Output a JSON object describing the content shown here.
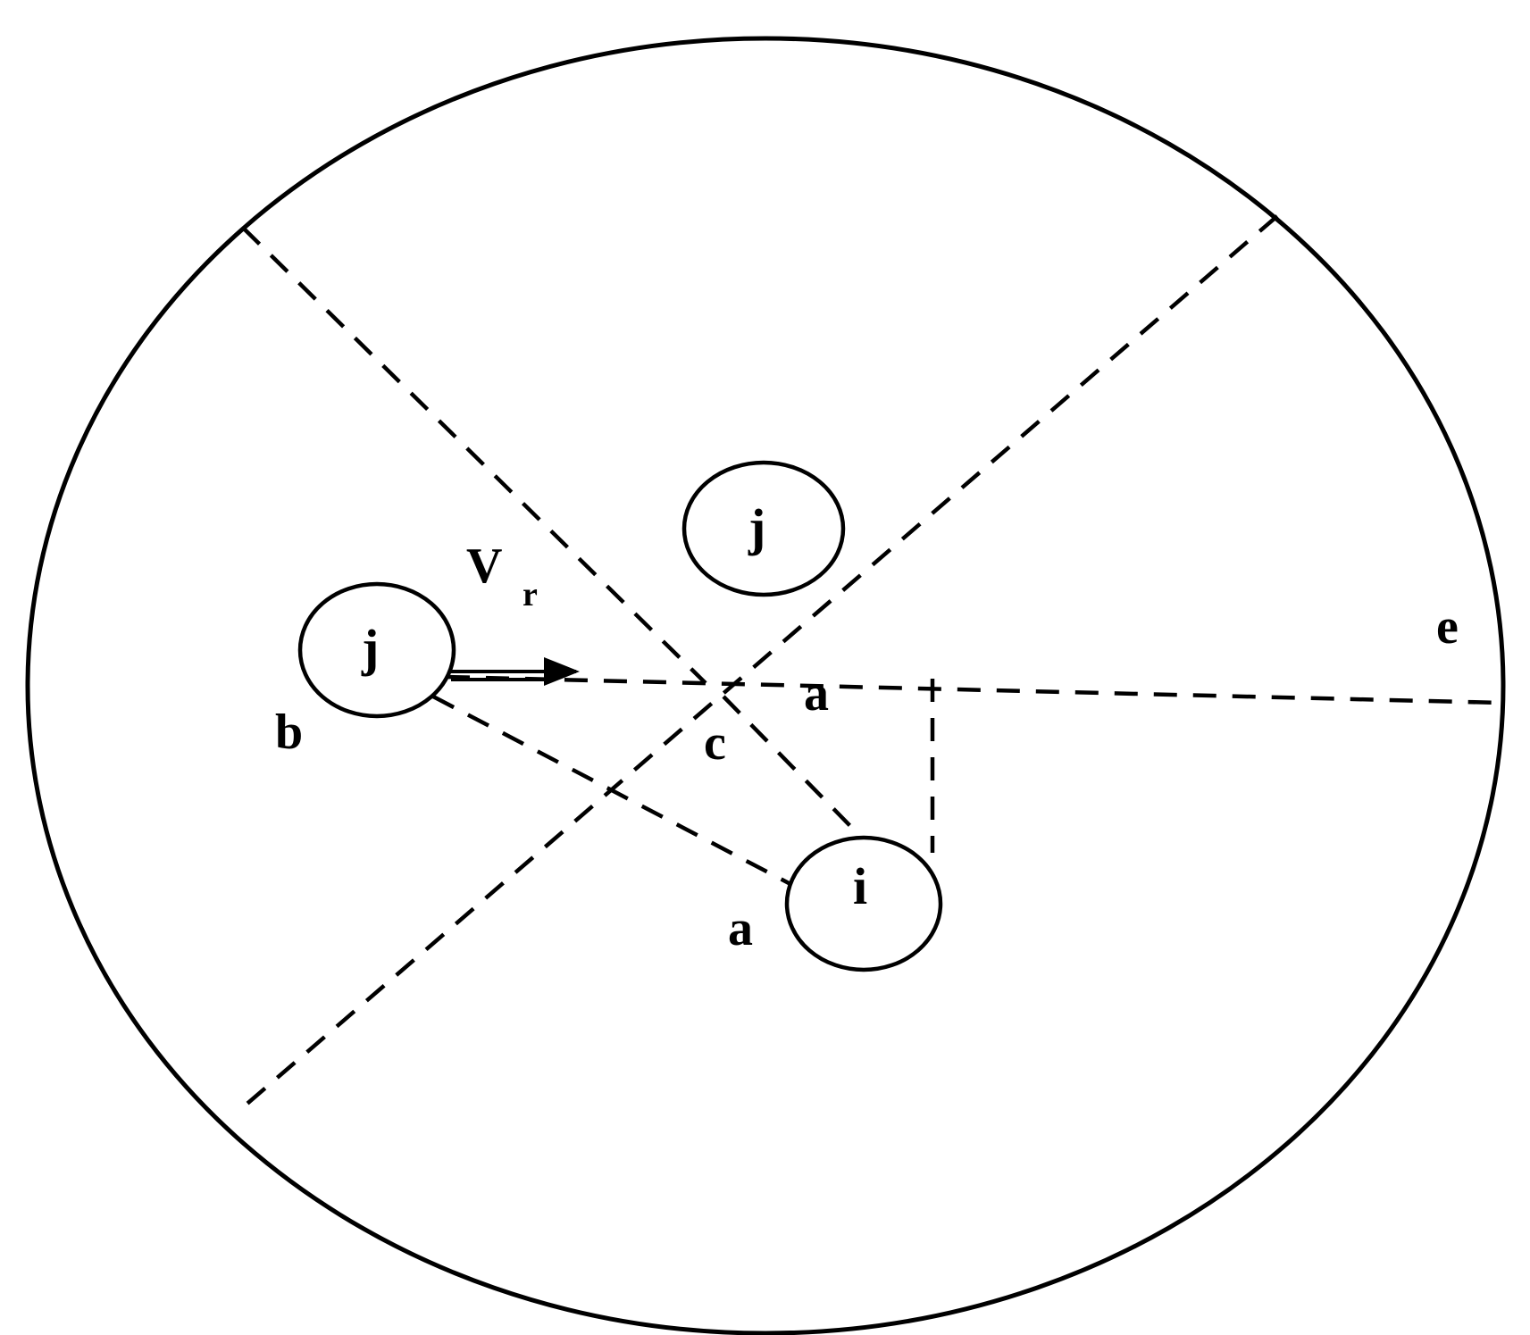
{
  "labels": {
    "vr_main": "V",
    "vr_sub": "r",
    "a_upper": "a",
    "a_lower": "a",
    "b": "b",
    "c": "c",
    "e": "e"
  },
  "nodes": {
    "j_left": "j",
    "j_upper": "j",
    "i": "i"
  }
}
